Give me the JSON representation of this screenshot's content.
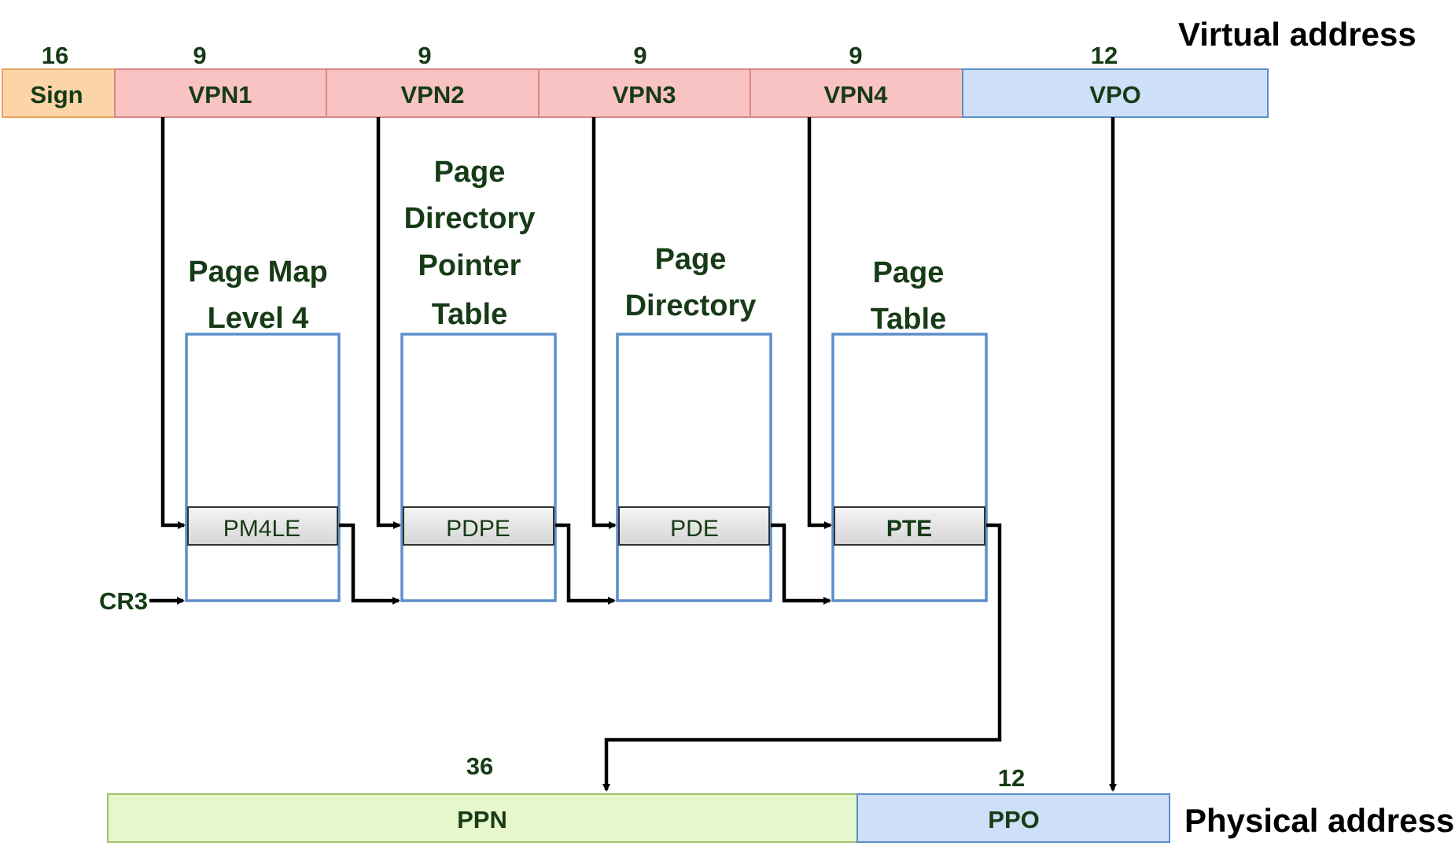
{
  "virtual_address": {
    "label": "Virtual address",
    "fields": [
      {
        "name": "Sign",
        "bits": "16",
        "color": "#fbd5a8"
      },
      {
        "name": "VPN1",
        "bits": "9",
        "color": "#f9c3c3"
      },
      {
        "name": "VPN2",
        "bits": "9",
        "color": "#f9c3c3"
      },
      {
        "name": "VPN3",
        "bits": "9",
        "color": "#f9c3c3"
      },
      {
        "name": "VPN4",
        "bits": "9",
        "color": "#f9c3c3"
      },
      {
        "name": "VPO",
        "bits": "12",
        "color": "#cde0f7"
      }
    ]
  },
  "tables": [
    {
      "title_lines": [
        "Page Map",
        "Level 4"
      ],
      "entry": "PM4LE",
      "entry_bold": false
    },
    {
      "title_lines": [
        "Page",
        "Directory",
        "Pointer",
        "Table"
      ],
      "entry": "PDPE",
      "entry_bold": false
    },
    {
      "title_lines": [
        "Page",
        "Directory"
      ],
      "entry": "PDE",
      "entry_bold": false
    },
    {
      "title_lines": [
        "Page",
        "Table"
      ],
      "entry": "PTE",
      "entry_bold": true
    }
  ],
  "cr3_label": "CR3",
  "physical_address": {
    "label": "Physical address",
    "fields": [
      {
        "name": "PPN",
        "bits": "36",
        "color": "#e6f7cb"
      },
      {
        "name": "PPO",
        "bits": "12",
        "color": "#cde0f7"
      }
    ]
  },
  "colors": {
    "text": "#163b16",
    "table_border": "#5b8fc9",
    "entry_fill": "#e0e0e0",
    "arrow": "#000000"
  }
}
